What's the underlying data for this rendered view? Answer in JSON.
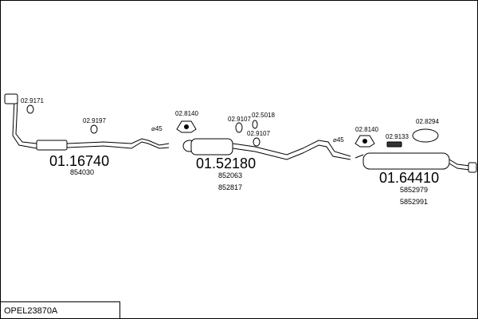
{
  "diagram": {
    "code_label": "OPEL23870A",
    "sections": [
      {
        "main": "01.16740",
        "refs": [
          "854030"
        ]
      },
      {
        "main": "01.52180",
        "refs": [
          "852063",
          "852817"
        ]
      },
      {
        "main": "01.64410",
        "refs": [
          "5852979",
          "5852991"
        ]
      }
    ],
    "parts": [
      {
        "label": "02.9171"
      },
      {
        "label": "02.9197"
      },
      {
        "label": "02.8140"
      },
      {
        "label": "02.9107"
      },
      {
        "label": "02.5018"
      },
      {
        "label": "02.9107"
      },
      {
        "label": "02.8140"
      },
      {
        "label": "02.9133"
      },
      {
        "label": "02.8294"
      }
    ],
    "diameters": [
      "⌀45",
      "⌀45"
    ]
  }
}
